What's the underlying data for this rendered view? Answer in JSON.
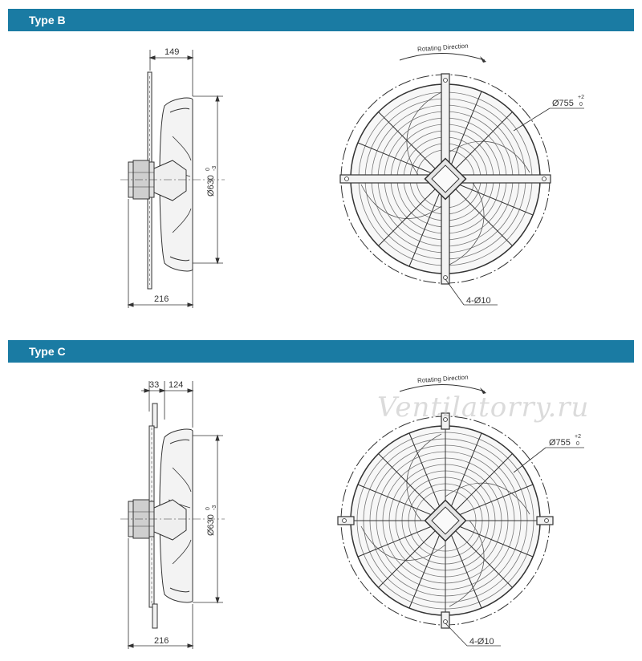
{
  "sections": {
    "b": {
      "title": "Type B",
      "side": {
        "top_dim": "149",
        "bottom_dim": "216",
        "diameter": "Ø630",
        "tol_upper": "0",
        "tol_lower": "-3"
      },
      "front": {
        "rotating_label": "Rotating Direction",
        "outer_diameter": "Ø755",
        "tol_upper": "+2",
        "tol_lower": "0",
        "holes": "4-Ø10"
      }
    },
    "c": {
      "title": "Type C",
      "side": {
        "top_dim_a": "33",
        "top_dim_b": "124",
        "bottom_dim": "216",
        "diameter": "Ø630",
        "tol_upper": "0",
        "tol_lower": "-3"
      },
      "front": {
        "rotating_label": "Rotating Direction",
        "outer_diameter": "Ø755",
        "tol_upper": "+2",
        "tol_lower": "0",
        "holes": "4-Ø10"
      }
    }
  },
  "watermark": "Ventilatorry.ru",
  "colors": {
    "header": "#1a7ba3",
    "line": "#333333",
    "fill": "#e6e6e6"
  }
}
